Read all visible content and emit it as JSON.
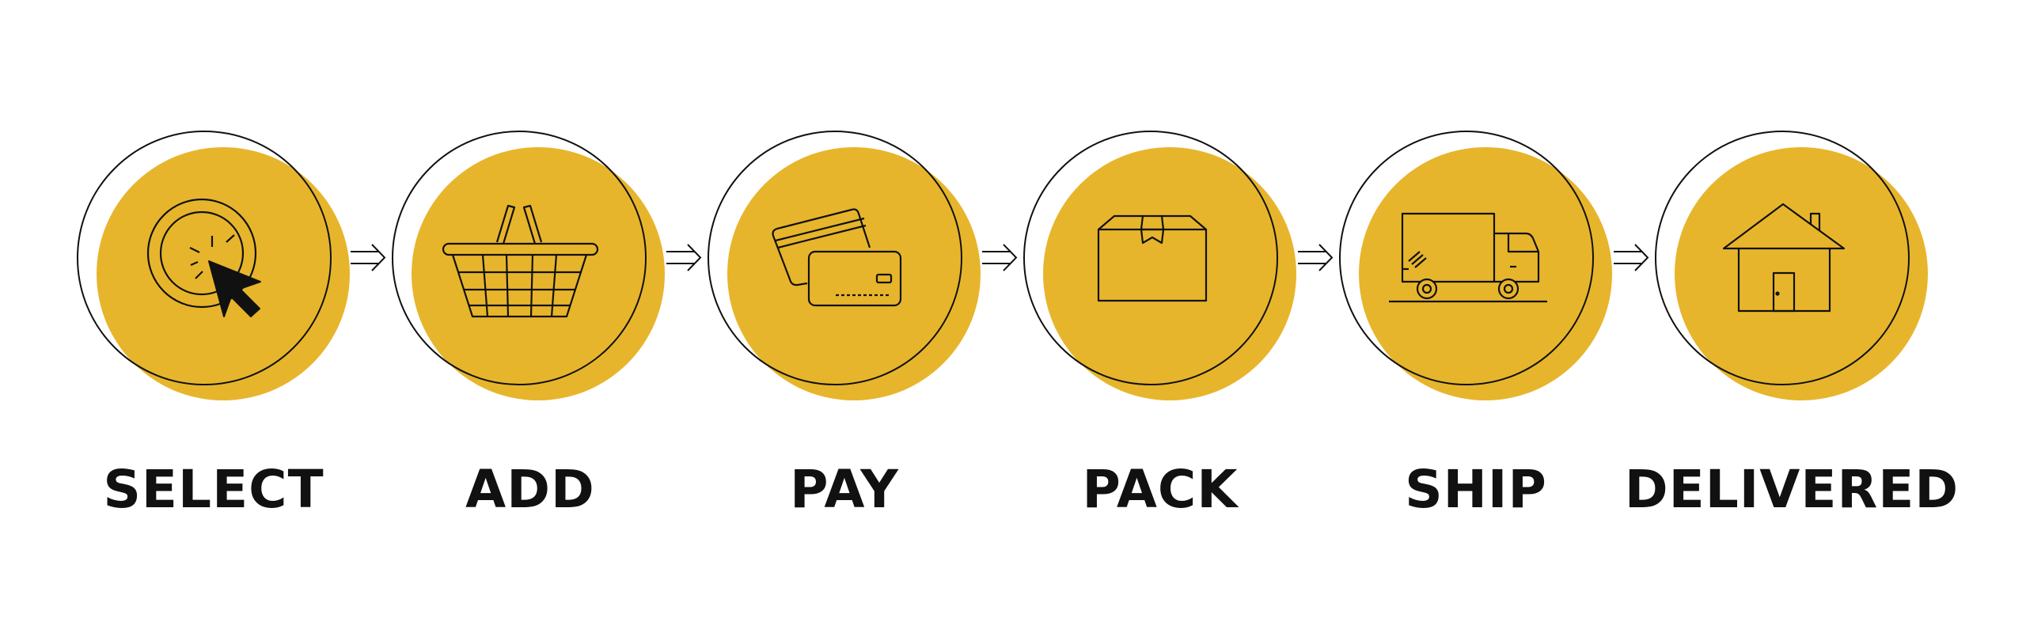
{
  "colors": {
    "accent": "#E7B52C",
    "line": "#111111",
    "background": "#ffffff"
  },
  "steps": [
    {
      "label": "SELECT",
      "icon": "cursor-click-icon"
    },
    {
      "label": "ADD",
      "icon": "shopping-basket-icon"
    },
    {
      "label": "PAY",
      "icon": "credit-cards-icon"
    },
    {
      "label": "PACK",
      "icon": "package-box-icon"
    },
    {
      "label": "SHIP",
      "icon": "delivery-truck-icon"
    },
    {
      "label": "DELIVERED",
      "icon": "house-icon"
    }
  ],
  "connector_icon": "double-arrow-icon"
}
